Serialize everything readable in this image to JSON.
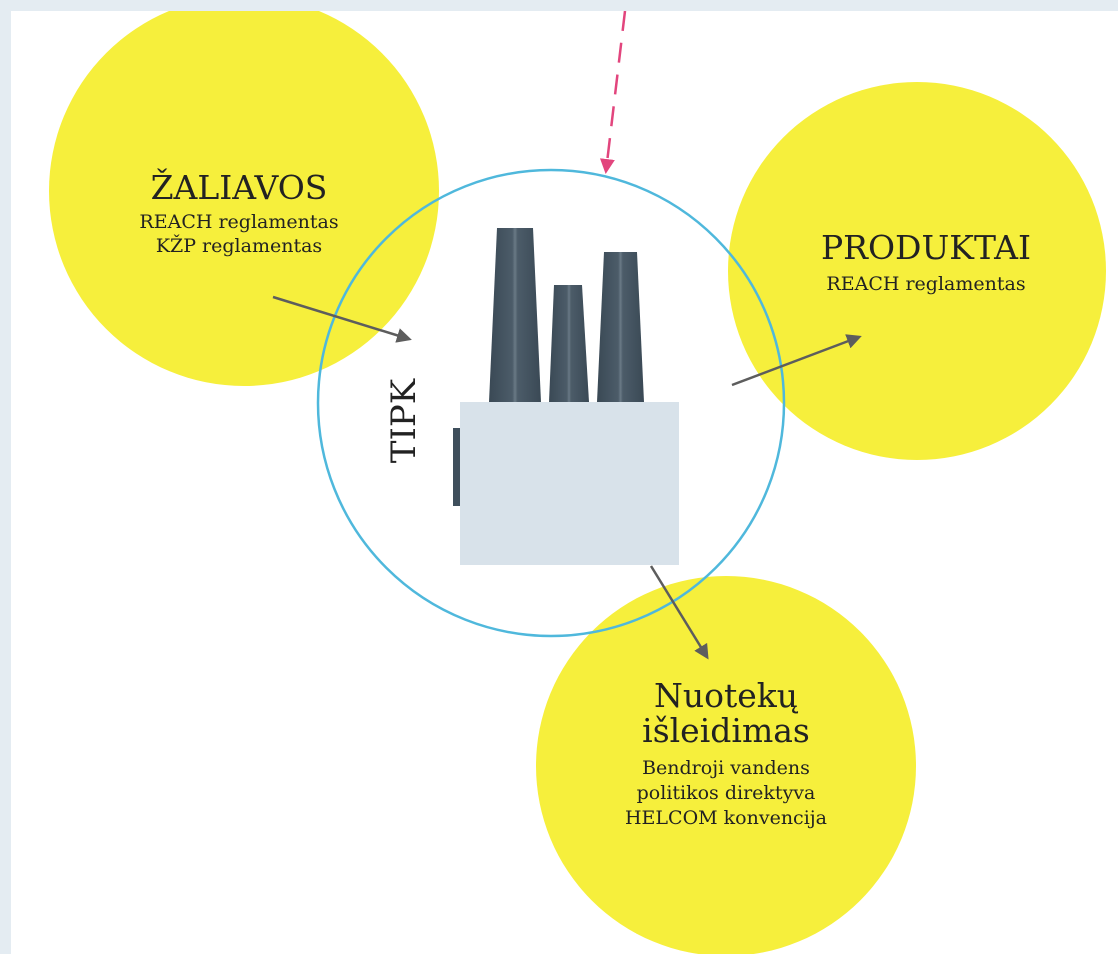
{
  "diagram": {
    "center_label": "TIPK",
    "nodes": {
      "raw_materials": {
        "title": "ŽALIAVOS",
        "lines": [
          "REACH reglamentas",
          "KŽP reglamentas"
        ]
      },
      "products": {
        "title": "PRODUKTAI",
        "lines": [
          "REACH reglamentas"
        ]
      },
      "wastewater": {
        "title_line1": "Nuotekų",
        "title_line2": "išleidimas",
        "lines": [
          "Bendroji vandens",
          "politikos direktyva",
          "HELCOM konvencija"
        ]
      }
    },
    "colors": {
      "background": "#e4ecf2",
      "circle_fill": "#f6ef3c",
      "ring_stroke": "#4fb8dc",
      "arrow": "#5d5d5d",
      "dashed_arrow": "#e2457d",
      "chimney": "#3f4f5c",
      "building": "#d8e2ea"
    },
    "icons": [
      "factory-icon"
    ]
  }
}
